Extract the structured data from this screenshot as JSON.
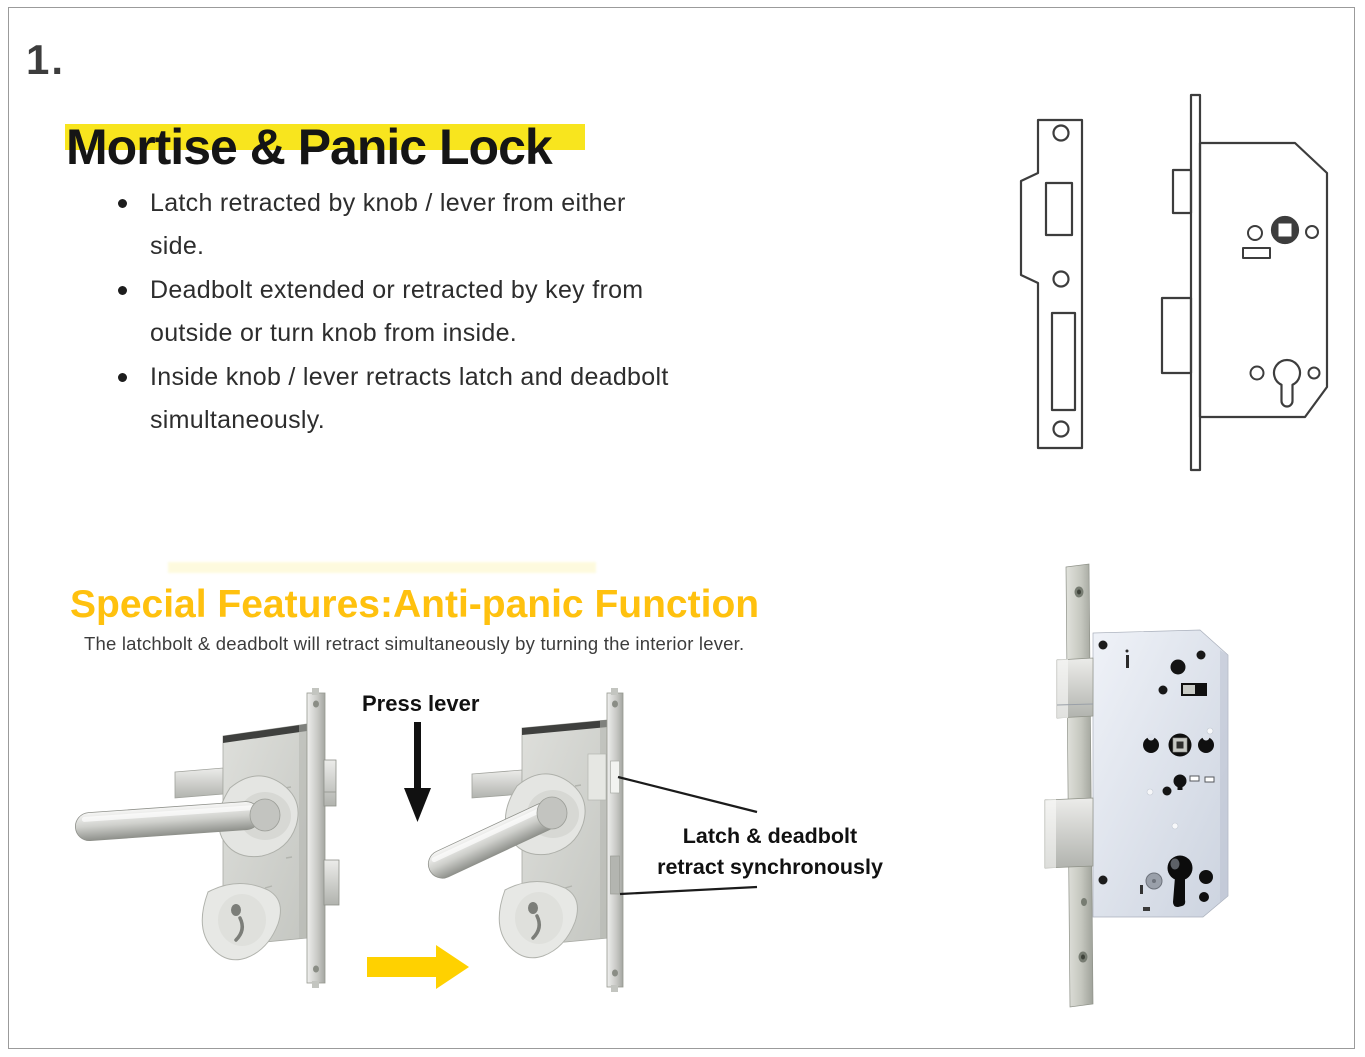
{
  "page": {
    "number": "1.",
    "border_color": "#9b9b9b"
  },
  "title": {
    "text": "Mortise & Panic Lock",
    "highlight_color": "#F8E51E",
    "text_color": "#151515"
  },
  "bullets": [
    {
      "line1": "Latch retracted by knob / lever from either",
      "line2": "side."
    },
    {
      "line1": "Deadbolt extended or retracted by key from",
      "line2": "outside or turn knob from inside."
    },
    {
      "line1": "Inside knob / lever retracts latch and deadbolt",
      "line2": "simultaneously."
    }
  ],
  "special": {
    "heading": "Special Features:Anti-panic Function",
    "heading_color": "#FFC10E",
    "subheading": "The latchbolt & deadbolt will retract simultaneously by turning the interior lever."
  },
  "diagram_labels": {
    "press_lever": "Press lever",
    "callout_line1": "Latch & deadbolt",
    "callout_line2": "retract synchronously"
  },
  "figures": {
    "technical_drawing": "strike-plate and mortise-lock-body line drawing",
    "lock_photo_lever_up": "mortise lock with lever horizontal",
    "lock_photo_lever_pressed": "mortise lock with lever pressed down",
    "lock_product_photo": "mortise lock case with faceplate, latch, deadbolt and euro cylinder hole"
  },
  "colors": {
    "arrow_yellow": "#FFD100",
    "ink": "#1b1b1b",
    "drawing_stroke": "#3d3d3d",
    "case_blue": "#dbe1ec"
  }
}
